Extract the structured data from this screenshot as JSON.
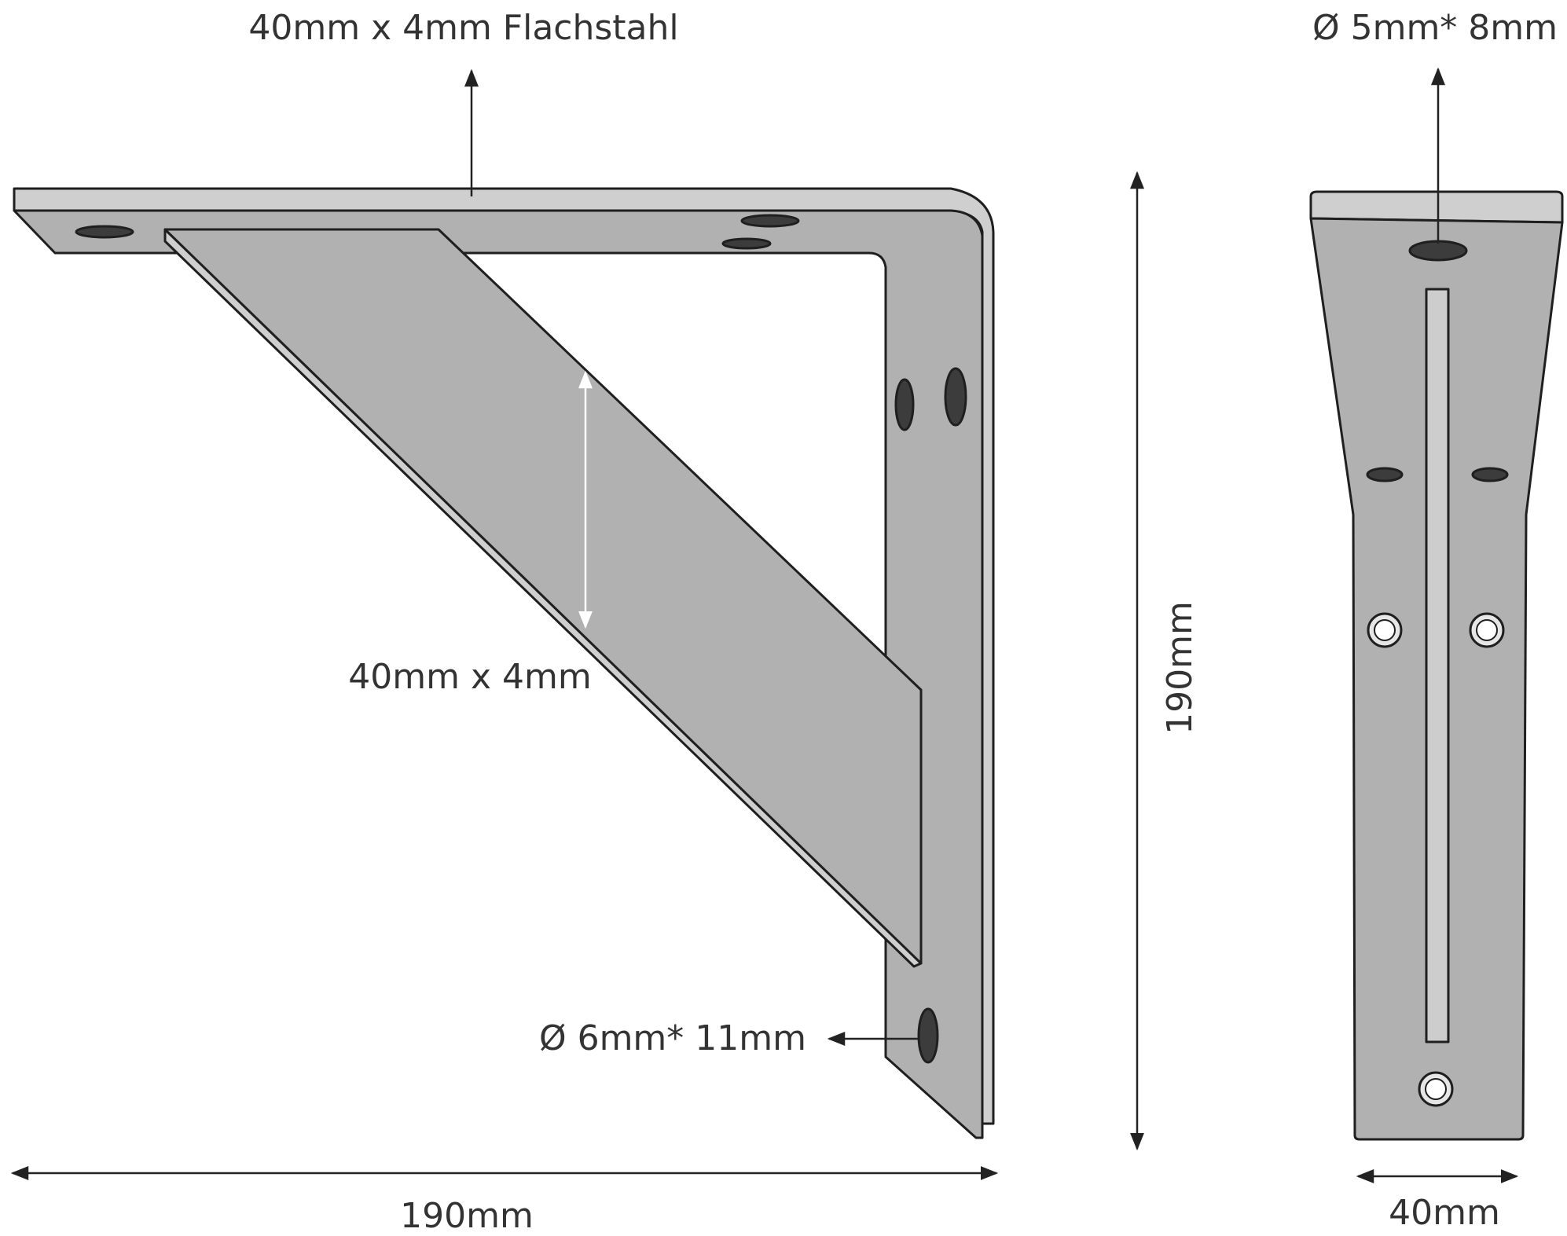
{
  "colors": {
    "steel": "#b1b1b1",
    "steel_top": "#cfcfcf",
    "slot": "#cdcdcd",
    "hole": "#3c3c3c",
    "outline": "#1f1f1f",
    "text": "#333333"
  },
  "labels": {
    "top_material": "40mm x 4mm Flachstahl",
    "strut_size": "40mm x 4mm",
    "hole_bottom": "Ø 6mm* 11mm",
    "width": "190mm",
    "height": "190mm",
    "side_hole": "Ø 5mm* 8mm",
    "side_width": "40mm"
  }
}
